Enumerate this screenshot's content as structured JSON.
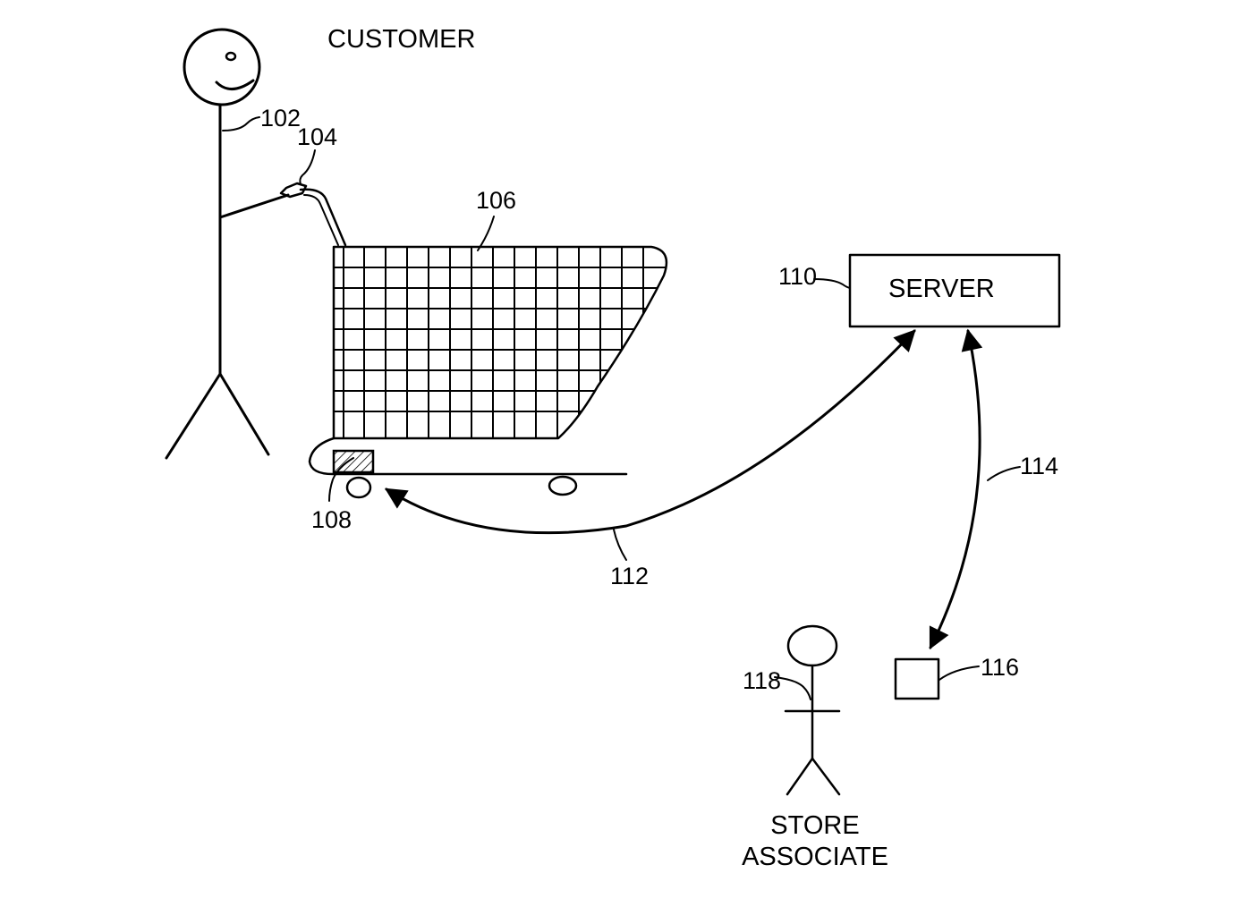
{
  "title": "CUSTOMER",
  "server": {
    "label": "SERVER",
    "ref": "110"
  },
  "refs": {
    "customer": "102",
    "handheld_device": "104",
    "cart": "106",
    "cart_tag": "108",
    "link_cart_server": "112",
    "link_server_device": "114",
    "associate_device": "116",
    "store_associate": "118"
  },
  "associate": {
    "line1": "STORE",
    "line2": "ASSOCIATE"
  }
}
